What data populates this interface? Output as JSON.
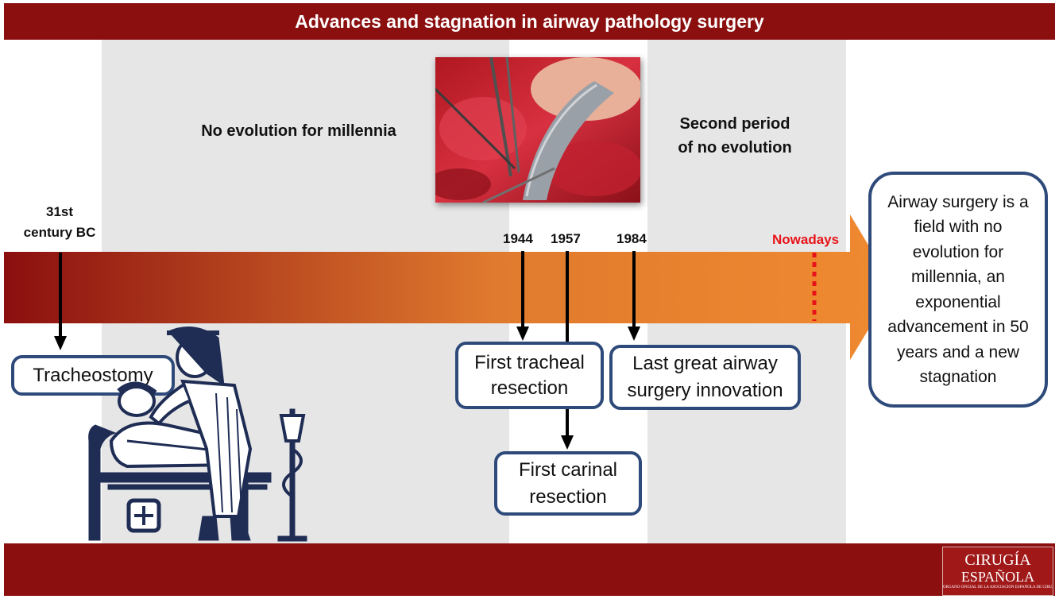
{
  "title": "Advances and stagnation in airway pathology surgery",
  "periods": {
    "first": "No evolution for millennia",
    "second_line1": "Second period",
    "second_line2": "of no evolution"
  },
  "timeline": {
    "origin": {
      "line1": "31st",
      "line2": "century BC"
    },
    "events": [
      {
        "year": "1944",
        "label_line1": "First tracheal",
        "label_line2": "resection"
      },
      {
        "year": "1957",
        "label_line1": "First carinal",
        "label_line2": "resection"
      },
      {
        "year": "1984",
        "label_line1": "Last great airway",
        "label_line2": "surgery innovation"
      }
    ],
    "nowadays": "Nowadays"
  },
  "tracheostomy_label": "Tracheostomy",
  "conclusion": {
    "lines": [
      "Airway surgery is a",
      "field with no",
      "evolution for",
      "millennia, an",
      "exponential",
      "advancement in 50",
      "years and a new",
      "stagnation"
    ]
  },
  "logo": {
    "line1": "CIRUGÍA",
    "line2": "ESPAÑOLA",
    "line3": "ÓRGANO OFICIAL DE LA ASOCIACIÓN ESPAÑOLA DE CIRUJANOS"
  },
  "colors": {
    "title_bar": "#8b0f0f",
    "arrow_start": "#8b0f0f",
    "arrow_end": "#f08a30",
    "box_border": "#2e4a7a",
    "nowadays": "#e8141a"
  },
  "icons": [
    "egyptian-tracheostomy-illustration",
    "surgery-photo"
  ]
}
